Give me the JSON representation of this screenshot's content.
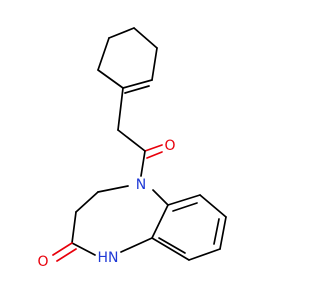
{
  "atoms": {
    "O_ketone": "O",
    "N_ring": "N",
    "NH_amide": "HN",
    "O_amide": "O"
  },
  "colors": {
    "bond": "#000000",
    "oxygen": "#e8000b",
    "nitrogen": "#1f39d6",
    "background": "#ffffff"
  }
}
